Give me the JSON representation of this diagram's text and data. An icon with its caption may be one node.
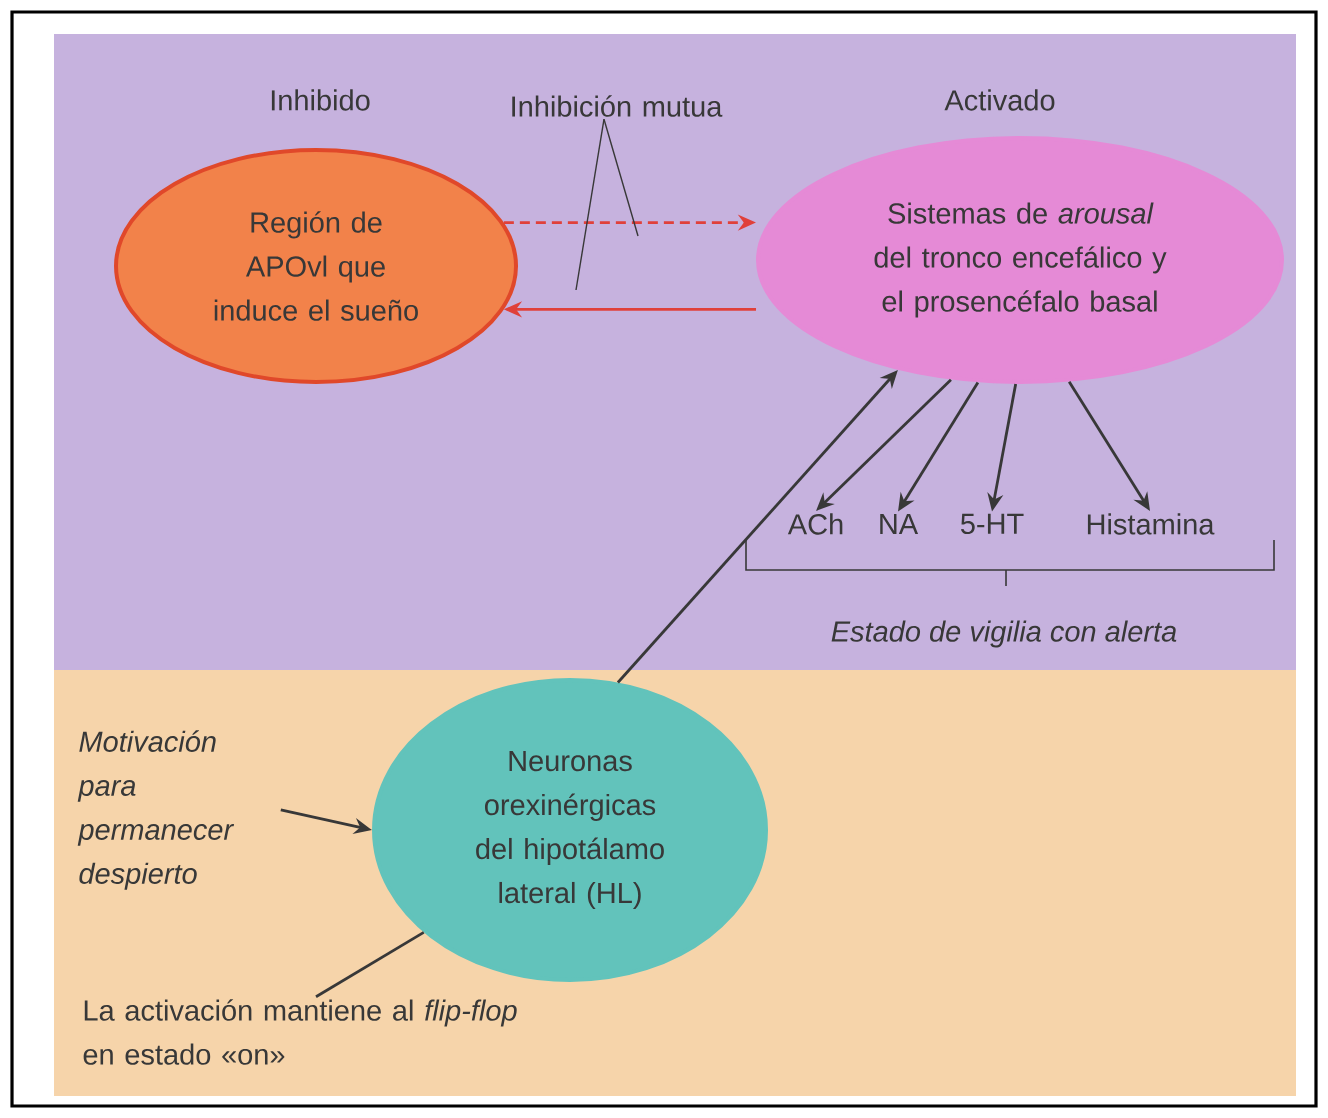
{
  "diagram": {
    "nodes": [
      {
        "text": [
          "Región de APOvl que induce el sueño"
        ],
        "beside": [
          "Inhibido"
        ]
      },
      {
        "text": [
          "Sistemas de *arousal* del tronco encefálico y el prosencéfalo basal"
        ],
        "beside": [
          "Activado"
        ]
      },
      {
        "text": [
          "ACh"
        ]
      },
      {
        "text": [
          "NA"
        ]
      },
      {
        "text": [
          "5-HT"
        ]
      },
      {
        "text": [
          "Histamina"
        ]
      },
      {
        "text": [
          "Neuronas orexinérgicas del hipotálamo lateral (HL)"
        ]
      },
      {
        "text": [
          "Motivación para permanecer despierto"
        ]
      },
      {
        "text": [
          "La activación mantiene al *flip-flop* en estado «on»"
        ]
      },
      {
        "text": [
          "Inhibición mutua"
        ]
      }
    ],
    "edges": [
      {
        "from": 0,
        "to": 1,
        "arrow": "to",
        "style": "dashed",
        "color": "#e0403a"
      },
      {
        "from": 1,
        "to": 0,
        "arrow": "to",
        "color": "#e0403a"
      },
      {
        "from": 6,
        "to": 1,
        "arrow": "to"
      },
      {
        "from": 1,
        "to": 2,
        "arrow": "to"
      },
      {
        "from": 1,
        "to": 3,
        "arrow": "to"
      },
      {
        "from": 1,
        "to": 4,
        "arrow": "to"
      },
      {
        "from": 1,
        "to": 5,
        "arrow": "to"
      },
      {
        "from": 7,
        "to": 6,
        "arrow": "to"
      },
      {
        "from": 8,
        "to": 6,
        "arrow": "none"
      },
      {
        "from": 9,
        "to": null,
        "arrow": "none"
      },
      {
        "from": 9,
        "to": null,
        "arrow": "none"
      }
    ],
    "labels": [
      "Estado de vigilia con alerta"
    ]
  }
}
